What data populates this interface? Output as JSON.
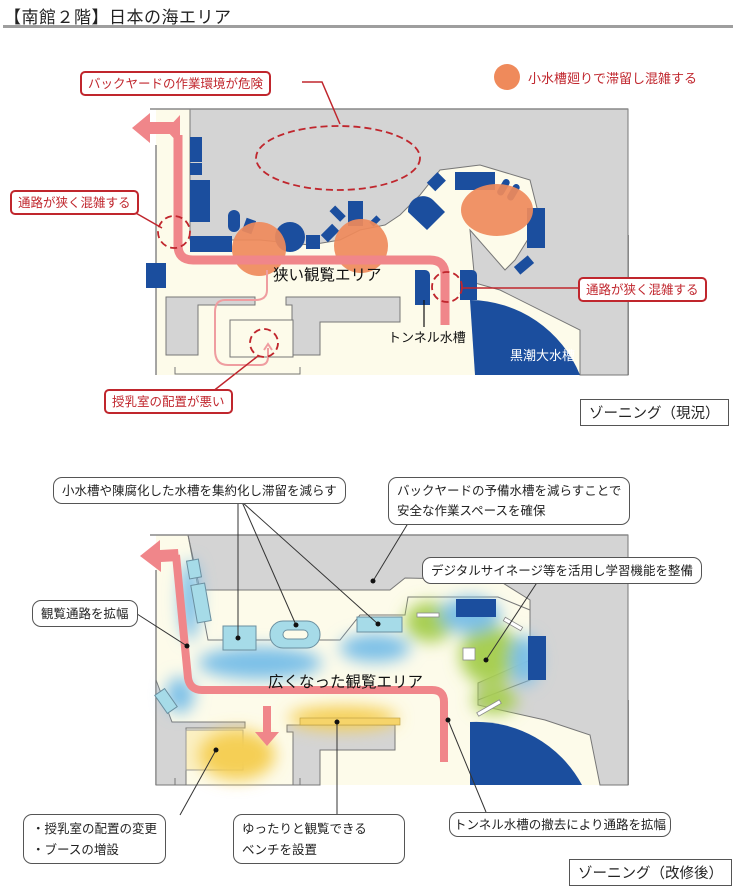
{
  "page": {
    "title": "【南館２階】日本の海エリア"
  },
  "current": {
    "zone_label": "ゾーニング（現況）",
    "legend": "小水槽廻りで滞留し混雑する",
    "area_label": "狭い観覧エリア",
    "tunnel_tank": "トンネル水槽",
    "kuroshio_tank": "黒潮大水槽",
    "callouts": {
      "backyard": "バックヤードの作業環境が危険",
      "narrow_left": "通路が狭く混雑する",
      "narrow_right": "通路が狭く混雑する",
      "nursing_room": "授乳室の配置が悪い"
    },
    "colors": {
      "backyard": "#d4d4d4",
      "floor": "#fdfbea",
      "tank": "#1b4e9e",
      "congestion": "#ef8a5b",
      "route": "#f0868a",
      "alert": "#c0262d"
    }
  },
  "renovated": {
    "zone_label": "ゾーニング（改修後）",
    "area_label": "広くなった観覧エリア",
    "callouts": {
      "consolidate": "小水槽や陳腐化した水槽を集約化し滞留を減らす",
      "backyard_line1": "バックヤードの予備水槽を減らすことで",
      "backyard_line2": "安全な作業スペースを確保",
      "digital": "デジタルサイネージ等を活用し学習機能を整備",
      "widen": "観覧通路を拡幅",
      "nursing_line1": "・授乳室の配置の変更",
      "nursing_line2": "・ブースの増設",
      "bench_line1": "ゆったりと観覧できる",
      "bench_line2": "ベンチを設置",
      "tunnel": "トンネル水槽の撤去により通路を拡幅"
    },
    "colors": {
      "small_tank": "#a6dbe8",
      "blue_zone": "#7cc0e8",
      "green_zone": "#a8cf52",
      "yellow_zone": "#f5cf55"
    }
  }
}
